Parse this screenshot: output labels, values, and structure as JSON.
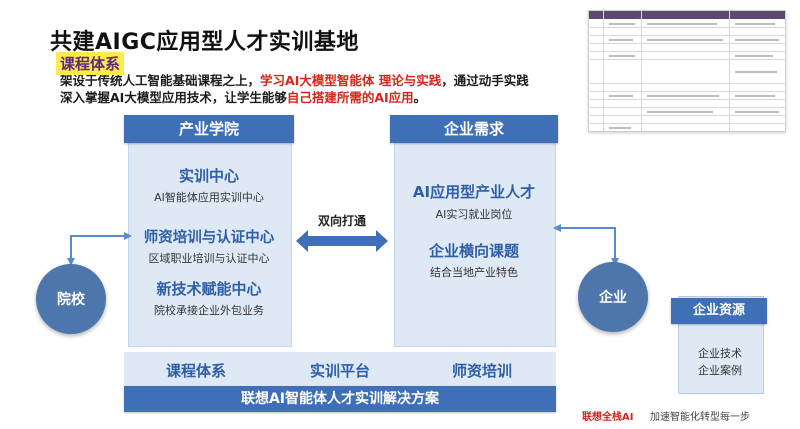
{
  "title": "共建AIGC应用型人才实训基地",
  "intro": {
    "l1a": "架设于传统人工智能基础课程之上，",
    "l1b": "学习AI大模型智能体 理论与实践",
    "l1c": "，通过动手实践",
    "l2a": "深入掌握AI大模型应用技术，让学生能够",
    "l2b": "自己搭建所需的AI应用",
    "l2c": "。"
  },
  "thumbnail_label": "课程体系",
  "left_panel": {
    "header": "产业学院",
    "items": [
      {
        "title": "实训中心",
        "sub": "AI智能体应用实训中心"
      },
      {
        "title": "师资培训与认证中心",
        "sub": "区域职业培训与认证中心"
      },
      {
        "title": "新技术赋能中心",
        "sub": "院校承接企业外包业务"
      }
    ]
  },
  "right_panel": {
    "header": "企业需求",
    "items": [
      {
        "title": "AI应用型产业人才",
        "sub": "AI实习就业岗位"
      },
      {
        "title": "企业横向课题",
        "sub": "结合当地产业特色"
      }
    ]
  },
  "middle_label": "双向打通",
  "left_circle": "院校",
  "right_circle": "企业",
  "resource_box": {
    "header": "企业资源",
    "lines": [
      "企业技术",
      "企业案例"
    ]
  },
  "bottom_items": [
    "课程体系",
    "实训平台",
    "师资培训"
  ],
  "bottom_bar": "联想AI智能体人才实训解决方案",
  "footer": {
    "brand": "联想全栈AI",
    "slogan": "加速智能化转型每一步"
  },
  "colors": {
    "primary_blue": "#3e6fb7",
    "panel_bg": "#dfe9f5",
    "accent_red": "#d7261e",
    "circle_blue": "#4d76ad"
  }
}
